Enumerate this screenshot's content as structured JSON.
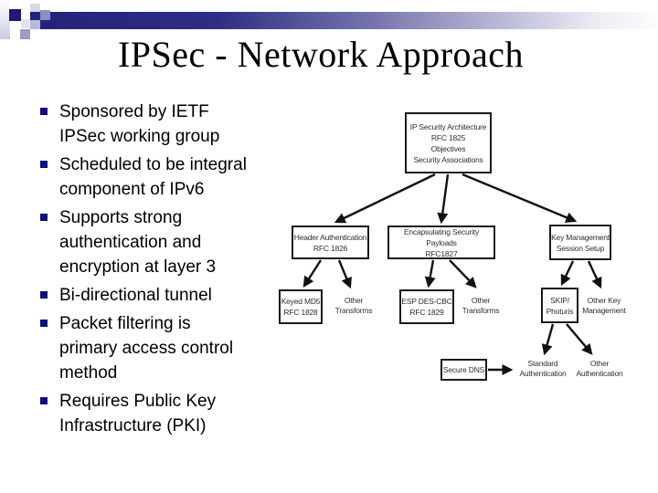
{
  "slide_title": "IPSec - Network Approach",
  "bullets": [
    {
      "lines": [
        "Sponsored by IETF",
        "IPSec working group"
      ]
    },
    {
      "lines": [
        "Scheduled to be integral",
        "component of IPv6"
      ]
    },
    {
      "lines": [
        "Supports strong",
        "authentication and",
        "encryption at layer 3"
      ]
    },
    {
      "lines": [
        "Bi-directional tunnel"
      ]
    },
    {
      "lines": [
        "Packet filtering is",
        "primary access control",
        "method"
      ]
    },
    {
      "lines": [
        "Requires Public Key",
        "Infrastructure (PKI)"
      ]
    }
  ],
  "diagram": {
    "root": {
      "lines": [
        "IP Security Architecture",
        "RFC 1825",
        "Objectives",
        "Security Associations"
      ]
    },
    "header_auth": {
      "lines": [
        "Header Authentication",
        "RFC 1826"
      ]
    },
    "esp": {
      "lines": [
        "Encapsulating Security Payloads",
        "RFC1827"
      ]
    },
    "key_mgmt": {
      "lines": [
        "Key Management",
        "Session Setup"
      ]
    },
    "keyed_md5": {
      "lines": [
        "Keyed MD5",
        "RFC 1828"
      ]
    },
    "other_transforms_left": {
      "lines": [
        "Other",
        "Transforms"
      ]
    },
    "esp_des_cbc": {
      "lines": [
        "ESP  DES-CBC",
        "RFC 1829"
      ]
    },
    "other_transforms_mid": {
      "lines": [
        "Other",
        "Transforms"
      ]
    },
    "skip_photuris": {
      "lines": [
        "SKIP/",
        "Photuris"
      ]
    },
    "other_key_mgmt": {
      "lines": [
        "Other Key",
        "Management"
      ]
    },
    "secure_dns": {
      "lines": [
        "Secure DNS"
      ]
    },
    "standard_auth": {
      "lines": [
        "Standard",
        "Authentication"
      ]
    },
    "other_auth": {
      "lines": [
        "Other",
        "Authentication"
      ]
    }
  },
  "colors": {
    "bullet_square": "#10107b",
    "bar_navy": "#23237b",
    "diagram_ink": "#1a1a1a"
  }
}
